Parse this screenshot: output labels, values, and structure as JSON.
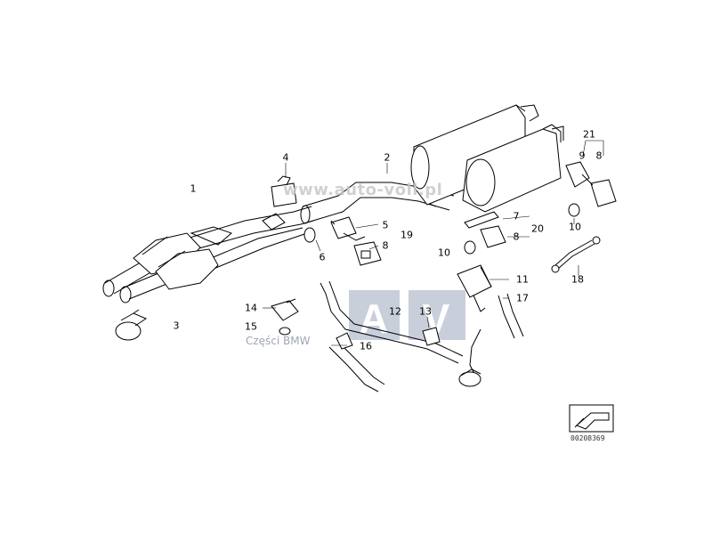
{
  "diagram": {
    "callouts": [
      {
        "id": "c1",
        "text": "1"
      },
      {
        "id": "c2",
        "text": "2"
      },
      {
        "id": "c3",
        "text": "3"
      },
      {
        "id": "c4",
        "text": "4"
      },
      {
        "id": "c5",
        "text": "5"
      },
      {
        "id": "c6",
        "text": "6"
      },
      {
        "id": "c7",
        "text": "7"
      },
      {
        "id": "c8a",
        "text": "8"
      },
      {
        "id": "c8b",
        "text": "8"
      },
      {
        "id": "c8c",
        "text": "8"
      },
      {
        "id": "c9",
        "text": "9"
      },
      {
        "id": "c10a",
        "text": "10"
      },
      {
        "id": "c10b",
        "text": "10"
      },
      {
        "id": "c11",
        "text": "11"
      },
      {
        "id": "c12",
        "text": "12"
      },
      {
        "id": "c13",
        "text": "13"
      },
      {
        "id": "c14",
        "text": "14"
      },
      {
        "id": "c15",
        "text": "15"
      },
      {
        "id": "c16",
        "text": "16"
      },
      {
        "id": "c17",
        "text": "17"
      },
      {
        "id": "c18",
        "text": "18"
      },
      {
        "id": "c19",
        "text": "19"
      },
      {
        "id": "c20",
        "text": "20"
      },
      {
        "id": "c21",
        "text": "21"
      }
    ],
    "reference_number": "00208369"
  },
  "watermark": {
    "url": "www.auto-voll.pl",
    "logo_letters": [
      "A",
      "V"
    ],
    "brand": "Części BMW"
  },
  "colors": {
    "line": "#000000",
    "watermark_block": "#c9cedb",
    "watermark_letter": "#ffffff",
    "watermark_text": "#c8c8c8"
  }
}
